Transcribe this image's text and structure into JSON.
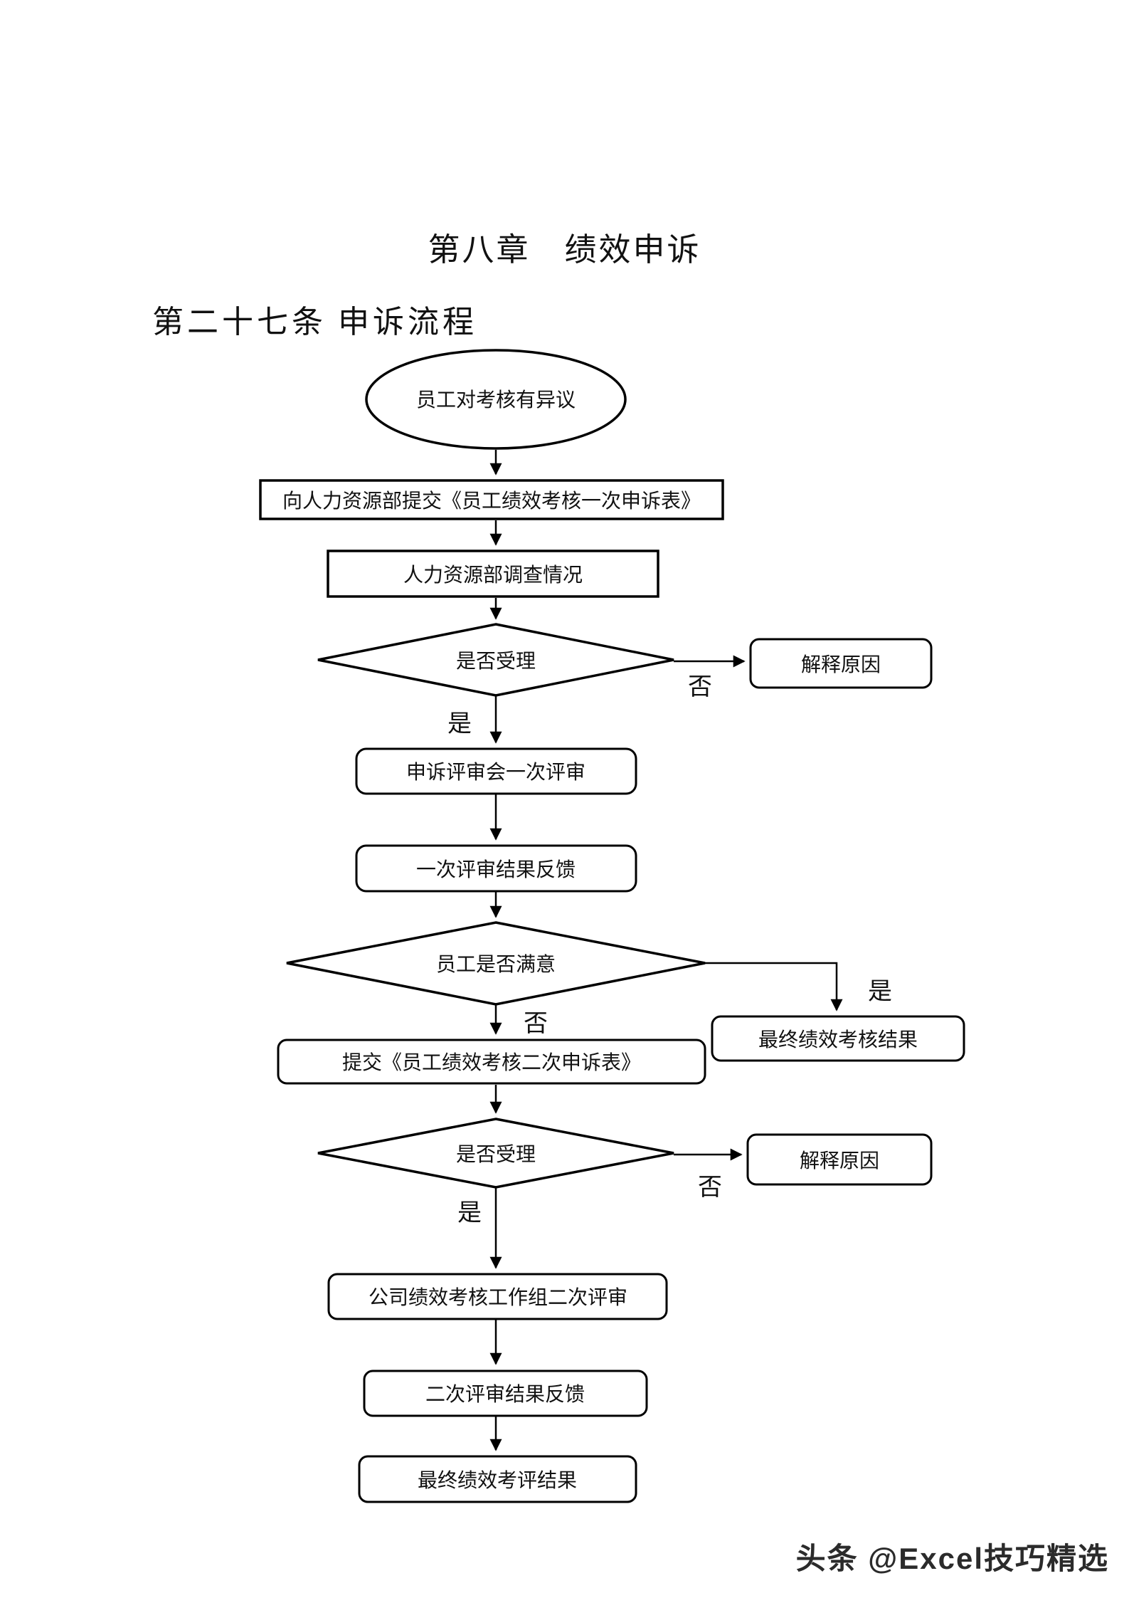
{
  "document": {
    "chapter_title": "第八章　绩效申诉",
    "section_heading": "第二十七条 申诉流程",
    "watermark": "头条 @Excel技巧精选"
  },
  "flowchart": {
    "nodes": {
      "start": "员工对考核有异议",
      "submit_first_appeal": "向人力资源部提交《员工绩效考核一次申诉表》",
      "hr_investigation": "人力资源部调查情况",
      "is_accepted_1": "是否受理",
      "explain_reason_1": "解释原因",
      "first_review": "申诉评审会一次评审",
      "first_review_feedback": "一次评审结果反馈",
      "is_employee_satisfied": "员工是否满意",
      "final_assessment_result": "最终绩效考核结果",
      "submit_second_appeal": "提交《员工绩效考核二次申诉表》",
      "is_accepted_2": "是否受理",
      "explain_reason_2": "解释原因",
      "second_review": "公司绩效考核工作组二次评审",
      "second_review_feedback": "二次评审结果反馈",
      "final_appraisal_result": "最终绩效考评结果"
    },
    "edge_labels": {
      "accept1_yes": "是",
      "accept1_no": "否",
      "satisfied_yes": "是",
      "satisfied_no": "否",
      "accept2_yes": "是",
      "accept2_no": "否"
    }
  },
  "colors": {
    "line": "#000000",
    "page_background": "#ffffff",
    "watermark_text": "#2b2b2b"
  }
}
